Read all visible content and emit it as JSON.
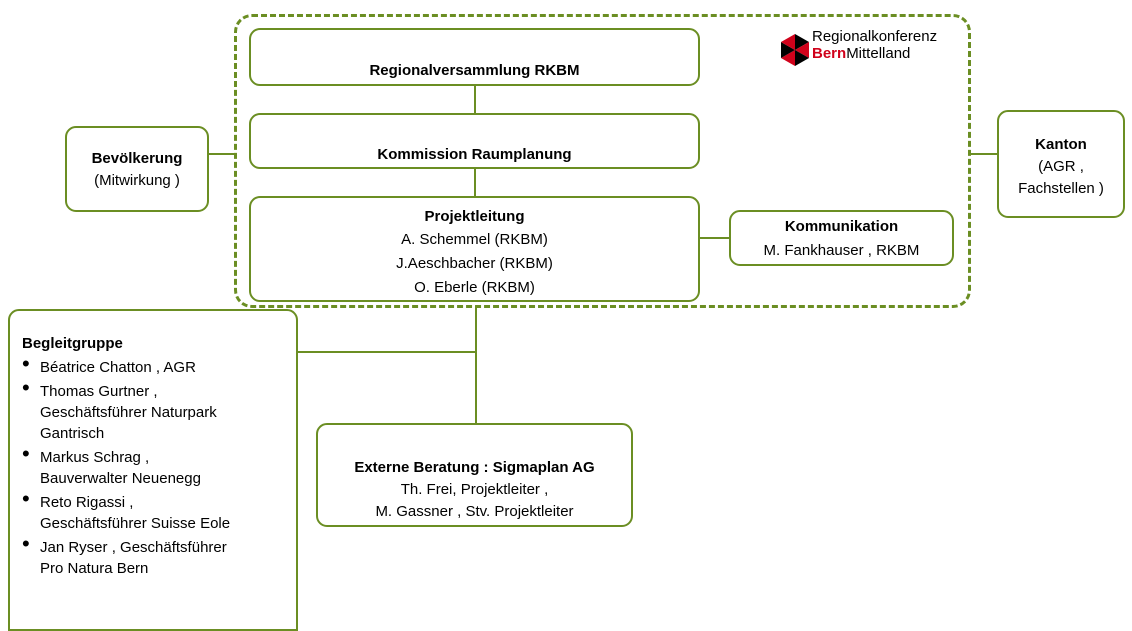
{
  "logo": {
    "line1": "Regionalkonferenz",
    "line2_red": "Bern",
    "line2_rest": "Mittelland"
  },
  "regionalversammlung": {
    "title": "Regionalversammlung RKBM"
  },
  "kommission": {
    "title": "Kommission Raumplanung"
  },
  "projektleitung": {
    "title": "Projektleitung",
    "members": [
      "A. Schemmel (RKBM)",
      "J.Aeschbacher (RKBM)",
      "O. Eberle (RKBM)"
    ]
  },
  "kommunikation": {
    "title": "Kommunikation",
    "member": "M. Fankhauser , RKBM"
  },
  "bevoelkerung": {
    "title": "Bevölkerung",
    "subtitle": "(Mitwirkung )"
  },
  "kanton": {
    "title": "Kanton",
    "line1": "(AGR ,",
    "line2": "Fachstellen )"
  },
  "begleitgruppe": {
    "title": "Begleitgruppe",
    "items": [
      [
        "Béatrice Chatton , AGR"
      ],
      [
        "Thomas Gurtner ,",
        "Geschäftsführer Naturpark",
        "Gantrisch"
      ],
      [
        "Markus Schrag ,",
        "Bauverwalter Neuenegg"
      ],
      [
        "Reto Rigassi ,",
        "Geschäftsführer Suisse Eole"
      ],
      [
        "Jan Ryser , Geschäftsführer",
        "Pro Natura Bern"
      ]
    ]
  },
  "externe": {
    "title": "Externe Beratung : Sigmaplan AG",
    "line1": "Th. Frei, Projektleiter ,",
    "line2": "M. Gassner , Stv. Projektleiter"
  },
  "colors": {
    "border": "#6b8e23",
    "logo_red": "#d0021b"
  }
}
